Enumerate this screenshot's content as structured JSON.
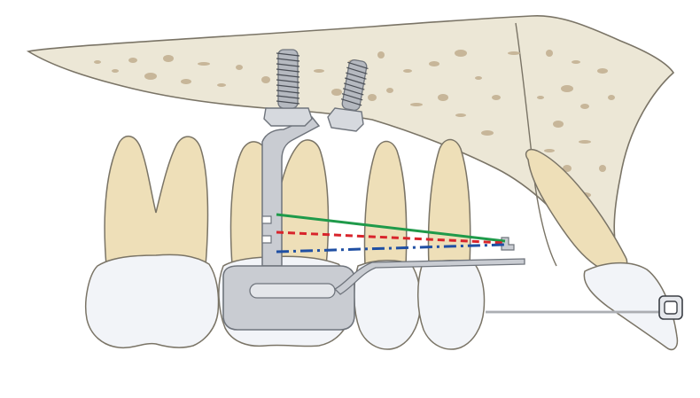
{
  "colors": {
    "bone": "#ece7d6",
    "bone_outline": "#7a7466",
    "trabecular": "#c7b699",
    "root": "#eedfb8",
    "enamel": "#f2f4f8",
    "metal": "#c9ccd2",
    "metal_dark": "#6f747c",
    "wire": "#b8bcc4",
    "line_green": "#1f9a4a",
    "line_red": "#d8242b",
    "line_blue": "#1f4fa3"
  },
  "elements": {
    "maxillary_bone": "bone",
    "miniscrew_left": "miniscrew",
    "miniscrew_right": "miniscrew",
    "molar": "molar",
    "premolar_first": "premolar",
    "premolar_second": "premolar",
    "canine_tooth": "canine",
    "appliance": "molar-band-with-arm",
    "archwire": "wire",
    "bracket": "bracket",
    "force_lines": [
      "green-solid",
      "red-dashed",
      "blue-dash-dot"
    ]
  }
}
